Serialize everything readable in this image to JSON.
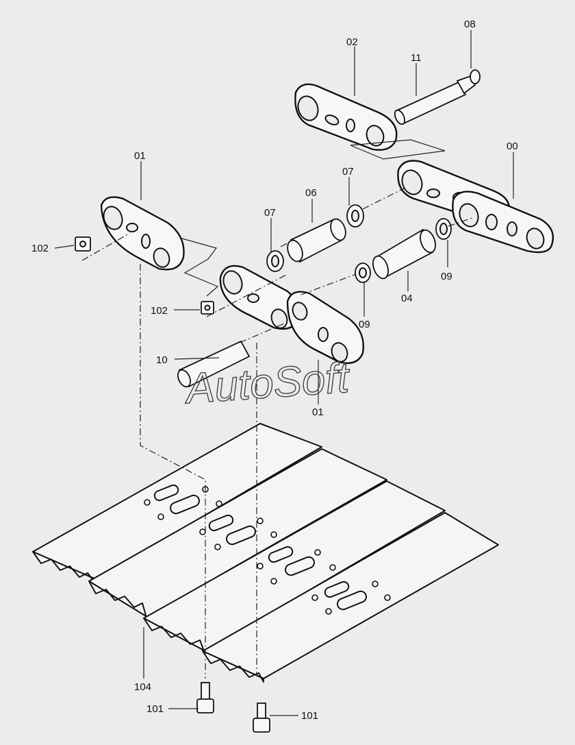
{
  "labels": {
    "l00": "00",
    "l01a": "01",
    "l01b": "01",
    "l02": "02",
    "l04": "04",
    "l06": "06",
    "l07a": "07",
    "l07b": "07",
    "l08": "08",
    "l09a": "09",
    "l09b": "09",
    "l10": "10",
    "l11": "11",
    "l101a": "101",
    "l101b": "101",
    "l102a": "102",
    "l102b": "102",
    "l104": "104"
  },
  "watermark": "AutoSoft"
}
